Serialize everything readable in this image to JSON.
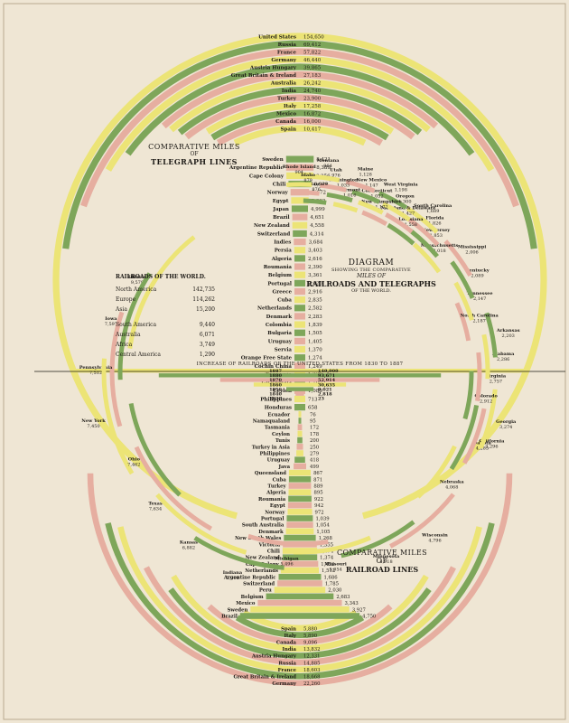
{
  "titles": {
    "telegraph_line1": "COMPARATIVE MILES",
    "telegraph_line2": "OF",
    "telegraph_line3": "TELEGRAPH LINES",
    "diagram_line1": "DIAGRAM",
    "diagram_line2": "SHOWING THE COMPARATIVE",
    "diagram_line3": "MILES OF",
    "diagram_line4": "RAILROADS AND TELEGRAPHS",
    "diagram_line5": "OF THE WORLD.",
    "railroad_line1": "COMPARATIVE MILES OF",
    "railroad_line2": "RAILROAD LINES",
    "increase": "INCREASE OF RAILROADS OF THE UNITED STATES FROM 1830 TO 1887"
  },
  "railroads_world": {
    "heading": "RAILROADS OF THE WORLD.",
    "rows": [
      {
        "region": "North America",
        "miles": "142,735"
      },
      {
        "region": "Europe",
        "miles": "114,262"
      },
      {
        "region": "Asia",
        "miles": "15,200"
      },
      {
        "region": "South America",
        "miles": "9,440"
      },
      {
        "region": "Australia",
        "miles": "6,071"
      },
      {
        "region": "Africa",
        "miles": "3,749"
      },
      {
        "region": "Central America",
        "miles": "1,290"
      }
    ]
  },
  "colors": {
    "yellow": "#ece476",
    "green": "#7ea65a",
    "pink": "#e6aea0",
    "ink": "#1d1a16",
    "paper": "#efe6d4"
  },
  "chart_data": [
    {
      "type": "bar",
      "name": "telegraph",
      "entries": [
        [
          "United States",
          "154,650"
        ],
        [
          "Russia",
          "69,412"
        ],
        [
          "France",
          "57,822"
        ],
        [
          "Germany",
          "46,440"
        ],
        [
          "Austria Hungary",
          "39,865"
        ],
        [
          "Great Britain & Ireland",
          "27,183"
        ],
        [
          "Australia",
          "26,242"
        ],
        [
          "India",
          "24,740"
        ],
        [
          "Turkey",
          "23,900"
        ],
        [
          "Italy",
          "17,258"
        ],
        [
          "Mexico",
          "16,872"
        ],
        [
          "Canada",
          "16,000"
        ],
        [
          "Spain",
          "10,417"
        ],
        [
          "Sweden",
          "8,421"
        ],
        [
          "Argentine Republic",
          "8,389"
        ],
        [
          "Cape Colony",
          "8,256"
        ],
        [
          "Chili",
          "6,938"
        ],
        [
          "Norway",
          "5,672"
        ],
        [
          "Egypt",
          "5,322"
        ],
        [
          "Japan",
          "4,999"
        ],
        [
          "Brazil",
          "4,651"
        ],
        [
          "New Zealand",
          "4,558"
        ],
        [
          "Switzerland",
          "4,314"
        ],
        [
          "Indies",
          "3,684"
        ],
        [
          "Persia",
          "3,403"
        ],
        [
          "Algeria",
          "2,616"
        ],
        [
          "Roumania",
          "2,390"
        ],
        [
          "Belgium",
          "3,361"
        ],
        [
          "Portugal",
          "2,920"
        ],
        [
          "Greece",
          "2,916"
        ],
        [
          "Cuba",
          "2,835"
        ],
        [
          "Netherlands",
          "2,582"
        ],
        [
          "Denmark",
          "2,283"
        ],
        [
          "Colombia",
          "1,839"
        ],
        [
          "Bulgaria",
          "1,505"
        ],
        [
          "Uruguay",
          "1,405"
        ],
        [
          "Servia",
          "1,370"
        ],
        [
          "Orange Free State",
          "1,274"
        ],
        [
          "Cochin China",
          "1,249"
        ],
        [
          "Tasmania",
          "1,228"
        ],
        [
          "Guatemala",
          "1,160"
        ],
        [
          "Ceylon",
          "1,080"
        ],
        [
          "Philippines",
          "713"
        ],
        [
          "Honduras",
          "658"
        ]
      ]
    },
    {
      "type": "bar",
      "name": "us-railroad-increase",
      "entries": [
        [
          "1887",
          "149,909"
        ],
        [
          "1880",
          "93,671"
        ],
        [
          "1870",
          "52,914"
        ],
        [
          "1860",
          "30,635"
        ],
        [
          "1850",
          "9,021"
        ],
        [
          "1840",
          "2,818"
        ],
        [
          "1830",
          "23"
        ]
      ]
    },
    {
      "type": "bar",
      "name": "railroad",
      "entries": [
        [
          "Ecuador",
          "76"
        ],
        [
          "Namaqualand",
          "95"
        ],
        [
          "Tasmania",
          "172"
        ],
        [
          "Ceylon",
          "178"
        ],
        [
          "Tunis",
          "200"
        ],
        [
          "Turkey in Asia",
          "250"
        ],
        [
          "Philippines",
          "279"
        ],
        [
          "Uruguay",
          "418"
        ],
        [
          "Java",
          "499"
        ],
        [
          "Queensland",
          "867"
        ],
        [
          "Cuba",
          "871"
        ],
        [
          "Turkey",
          "889"
        ],
        [
          "Algeria",
          "895"
        ],
        [
          "Roumania",
          "922"
        ],
        [
          "Egypt",
          "942"
        ],
        [
          "Norway",
          "972"
        ],
        [
          "Portugal",
          "1,039"
        ],
        [
          "South Australia",
          "1,054"
        ],
        [
          "Denmark",
          "1,105"
        ],
        [
          "New South Wales",
          "1,268"
        ],
        [
          "Victoria",
          "1,355"
        ],
        [
          "Chili",
          "1,374"
        ],
        [
          "New Zealand",
          "1,374"
        ],
        [
          "Cape Colony",
          "1,453"
        ],
        [
          "Netherlands",
          "1,512"
        ],
        [
          "Argentine Republic",
          "1,686"
        ],
        [
          "Switzerland",
          "1,785"
        ],
        [
          "Peru",
          "2,030"
        ],
        [
          "Belgium",
          "2,683"
        ],
        [
          "Mexico",
          "3,343"
        ],
        [
          "Sweden",
          "3,927"
        ],
        [
          "Brazil",
          "4,750"
        ],
        [
          "Spain",
          "5,880"
        ],
        [
          "Italy",
          "5,890"
        ],
        [
          "Canada",
          "9,096"
        ],
        [
          "India",
          "13,832"
        ],
        [
          "Austria Hungary",
          "12,331"
        ],
        [
          "Russia",
          "14,885"
        ],
        [
          "France",
          "18,603"
        ],
        [
          "Great Britain & Ireland",
          "18,668"
        ],
        [
          "Germany",
          "22,260"
        ]
      ]
    },
    {
      "type": "bar",
      "name": "states-railroad",
      "entries": [
        [
          "Illinois",
          "9,579"
        ],
        [
          "Iowa",
          "7,597"
        ],
        [
          "Pennsylvania",
          "7,512"
        ],
        [
          "New York",
          "7,450"
        ],
        [
          "Ohio",
          "7,462"
        ],
        [
          "Texas",
          "7,634"
        ],
        [
          "Kansas",
          "6,882"
        ],
        [
          "Indiana",
          "5,700"
        ],
        [
          "Michigan",
          "5,496"
        ],
        [
          "Missouri",
          "5,054"
        ],
        [
          "Minnesota",
          "4,918"
        ],
        [
          "Wisconsin",
          "4,796"
        ],
        [
          "Nebraska",
          "4,068"
        ],
        [
          "Dakota",
          "4,285"
        ],
        [
          "California",
          "3,296"
        ],
        [
          "Georgia",
          "3,274"
        ],
        [
          "Colorado",
          "2,912"
        ],
        [
          "Virginia",
          "2,757"
        ],
        [
          "Alabama",
          "2,286"
        ],
        [
          "Arkansas",
          "2,203"
        ],
        [
          "North Carolina",
          "2,187"
        ],
        [
          "Tennessee",
          "2,147"
        ],
        [
          "Kentucky",
          "2,089"
        ],
        [
          "Mississippi",
          "2,006"
        ],
        [
          "Massachusetts",
          "2,018"
        ],
        [
          "New Jersey",
          "1,853"
        ],
        [
          "Florida",
          "1,826"
        ],
        [
          "South Carolina",
          "1,689"
        ],
        [
          "Louisiana",
          "1,558"
        ],
        [
          "Maryland & Delaware",
          "1,427"
        ],
        [
          "Oregon",
          "1,300"
        ],
        [
          "West Virginia",
          "1,198"
        ],
        [
          "New Hampshire",
          "1,172"
        ],
        [
          "Connecticut",
          "1,052"
        ],
        [
          "New Mexico",
          "1,147"
        ],
        [
          "Maine",
          "1,128"
        ],
        [
          "Vermont",
          "1,016"
        ],
        [
          "Washington",
          "1,033"
        ],
        [
          "Utah",
          "976"
        ],
        [
          "Montana",
          "964"
        ],
        [
          "Delaware",
          "876"
        ],
        [
          "Idaho",
          "879"
        ],
        [
          "Rhode Island",
          "904"
        ]
      ]
    }
  ]
}
